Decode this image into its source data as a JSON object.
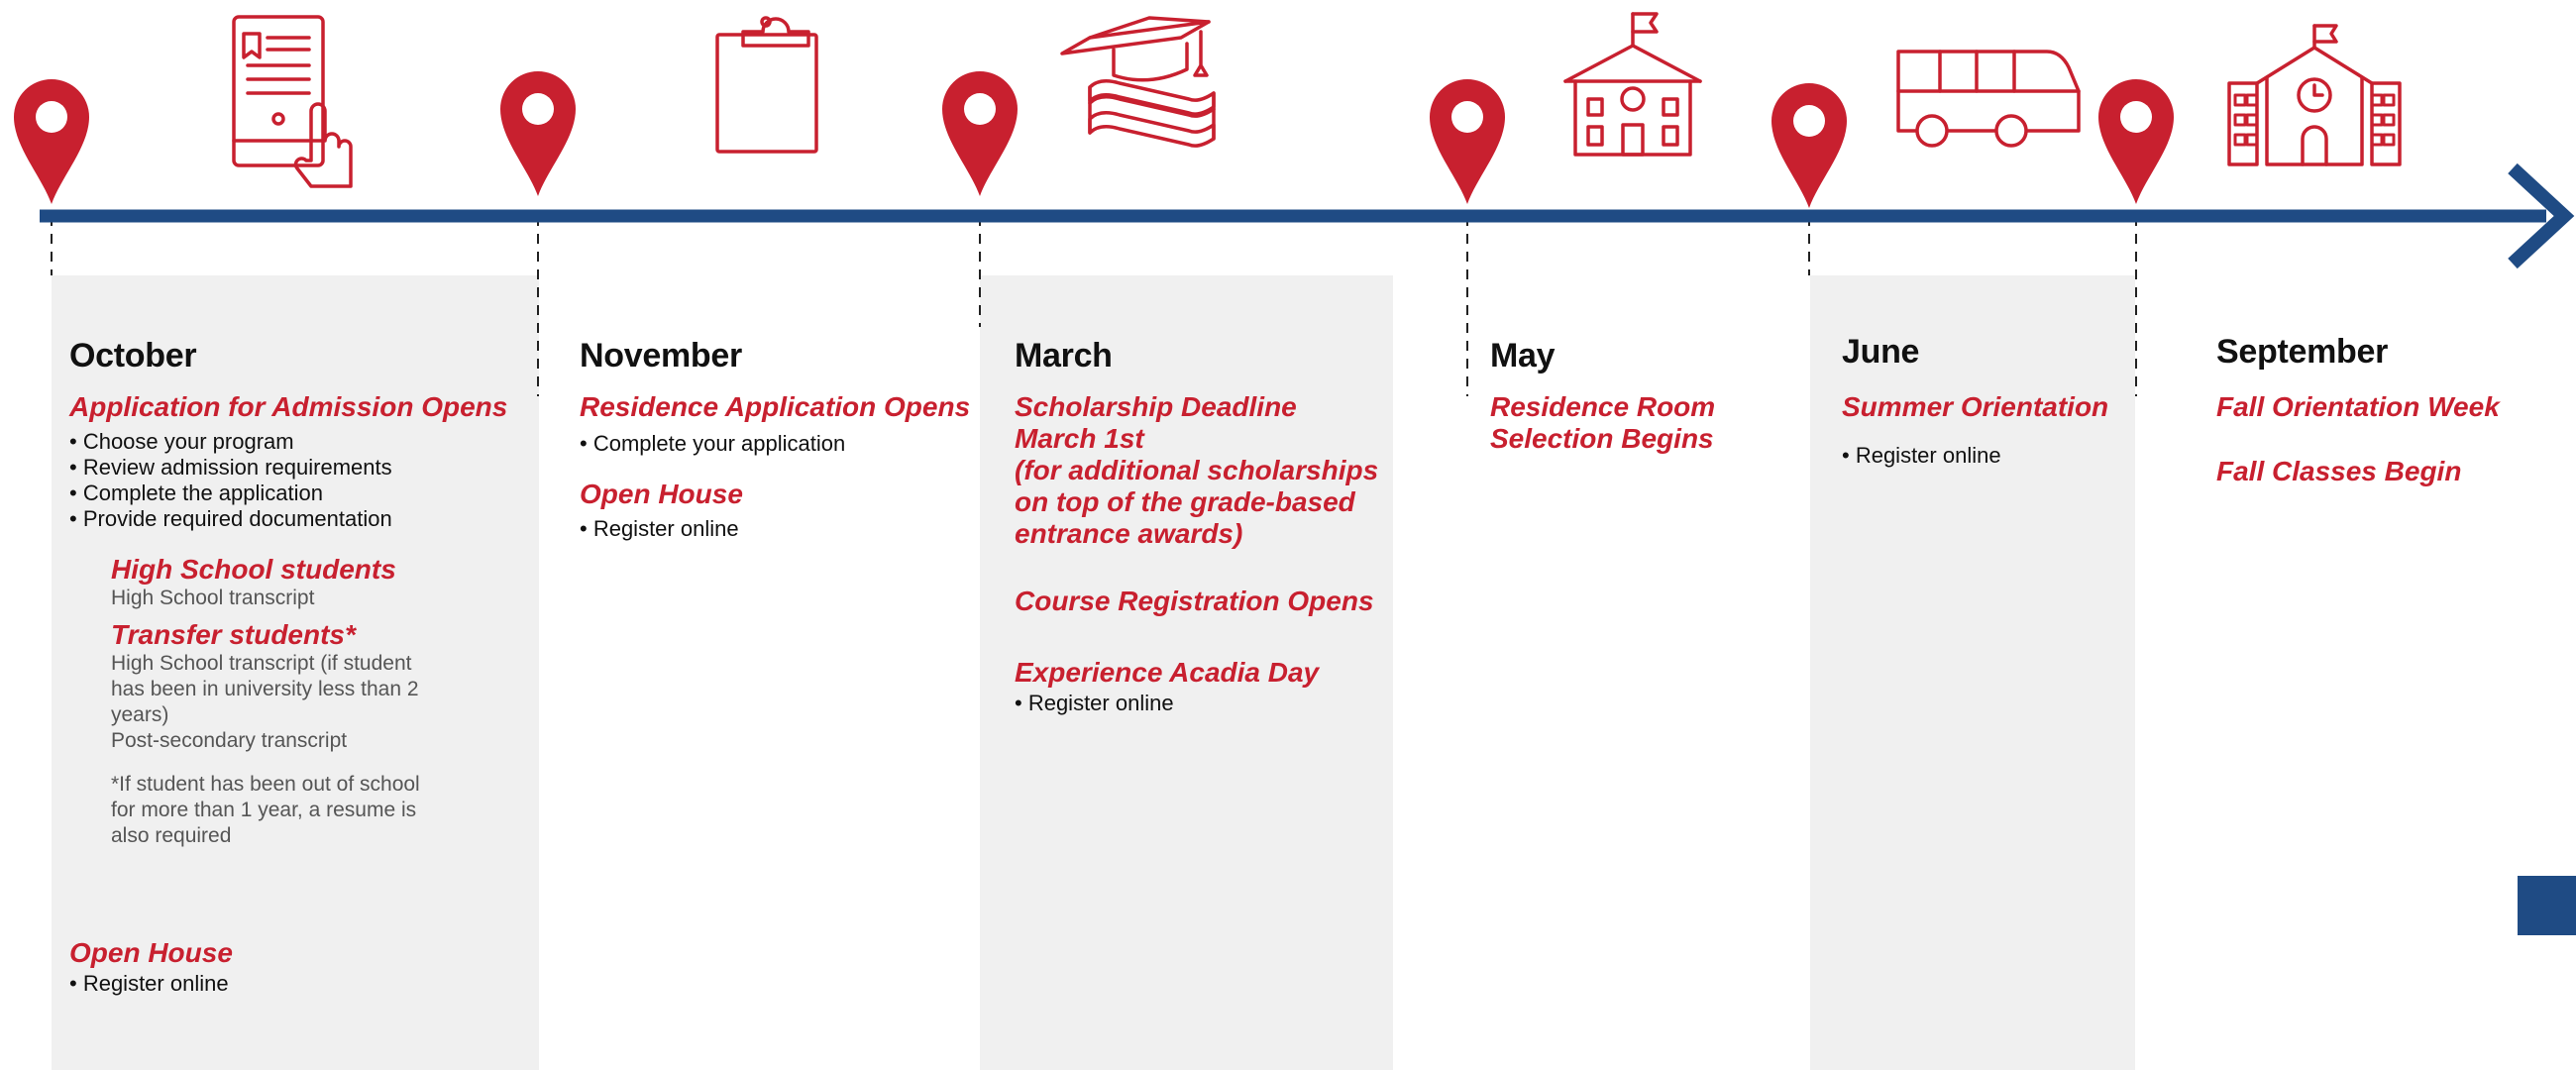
{
  "colors": {
    "accent_red": "#c8202f",
    "timeline_blue": "#1f4b84",
    "panel_gray": "#f0f0f0"
  },
  "icons": [
    "tablet-tap-icon",
    "clipboard-icon",
    "graduation-books-icon",
    "school-building-icon",
    "bus-icon",
    "school-clock-icon"
  ],
  "columns": [
    {
      "month": "October",
      "event": "Application for Admission Opens",
      "bullets": [
        "Choose your program",
        "Review admission requirements",
        "Complete the application",
        "Provide required documentation"
      ],
      "high_school": {
        "title": "High School students",
        "text": "High School transcript"
      },
      "transfer": {
        "title": "Transfer students*",
        "text": "High School transcript (if student has been in university less than 2 years)",
        "text2": "Post-secondary transcript",
        "note": "*If student has been out of school for more than 1 year, a resume is also required"
      },
      "open_house": {
        "title": "Open House",
        "bullet": "Register online"
      }
    },
    {
      "month": "November",
      "event": "Residence Application Opens",
      "bullet": "Complete your application",
      "open_house": {
        "title": "Open House",
        "bullet": "Register online"
      }
    },
    {
      "month": "March",
      "event_lines": [
        "Scholarship Deadline",
        "March 1st",
        "(for additional scholarships",
        "on top of the grade-based",
        "entrance awards)"
      ],
      "course_reg": "Course Registration Opens",
      "experience": {
        "title": "Experience Acadia Day",
        "bullet": "Register online"
      }
    },
    {
      "month": "May",
      "event_lines": [
        "Residence Room",
        "Selection Begins"
      ]
    },
    {
      "month": "June",
      "event": "Summer Orientation",
      "bullet": "Register online"
    },
    {
      "month": "September",
      "event1": "Fall Orientation Week",
      "event2": "Fall Classes Begin"
    }
  ]
}
